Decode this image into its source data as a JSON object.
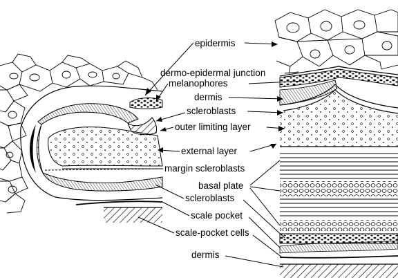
{
  "labels": {
    "epidermis": "epidermis",
    "dej": "dermo-epidermal junction",
    "melanophores": "melanophores",
    "dermis_upper": "dermis",
    "scleroblasts_upper": "scleroblasts",
    "outer_limiting_layer": "outer limiting layer",
    "external_layer": "external layer",
    "margin_scleroblasts": "margin scleroblasts",
    "basal_plate": "basal plate",
    "scleroblasts_lower": "scleroblasts",
    "scale_pocket": "scale pocket",
    "scale_pocket_cells": "scale-pocket cells",
    "dermis_lower": "dermis"
  }
}
